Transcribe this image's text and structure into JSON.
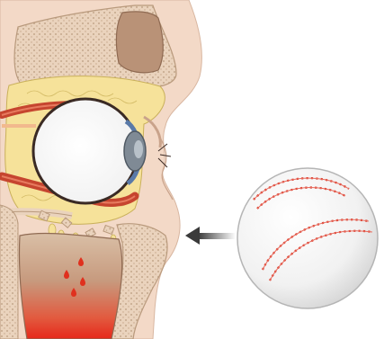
{
  "figure": {
    "background": "#ffffff",
    "colors": {
      "skin": "#f3d9c7",
      "skin_shadow": "#e9c9b4",
      "bone": "#ead3bd",
      "bone_dots": "#b99a7d",
      "sinus": "#b99277",
      "fat": "#f6e29a",
      "fat_outline": "#c9b05a",
      "muscle": "#c6452f",
      "eye": "#ffffff",
      "eye_outline": "#3a2a24",
      "iris": "#7f8a95",
      "blood": "#e0301e",
      "arrow": "#4f4f4f",
      "ball": "#f7f7f7",
      "stitch": "#d93b2b"
    },
    "icons": [
      "orbit-cross-section",
      "eyeball",
      "orbital-fat",
      "extraocular-muscles",
      "orbital-floor-fracture",
      "maxillary-sinus-blood",
      "impact-arrow",
      "baseball"
    ]
  }
}
